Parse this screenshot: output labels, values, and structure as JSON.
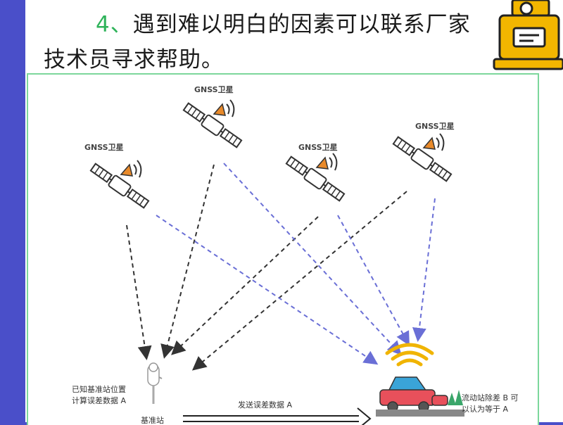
{
  "heading": {
    "number": "4、",
    "line1": "遇到难以明白的因素可以联系厂家",
    "line2": "技术员寻求帮助。"
  },
  "diagram": {
    "satellite_label": "GNSS卫星",
    "base_station_desc": [
      "已知基准站位置",
      "计算误差数据 A"
    ],
    "base_station_name": "基准站",
    "send_label": "发送误差数据 A",
    "rover_desc": [
      "流动站除差 B 可",
      "以认为等于 A"
    ]
  },
  "colors": {
    "background": "#4a4fc9",
    "accent_green": "#2fb35a",
    "frame_border": "#7cd79b",
    "dashed_black": "#333333",
    "dashed_blue": "#6a6fd6",
    "satellite_orange": "#e98a2a",
    "signal_yellow": "#f0b400",
    "car_red": "#e8505b",
    "car_blue": "#3aa4d8"
  }
}
